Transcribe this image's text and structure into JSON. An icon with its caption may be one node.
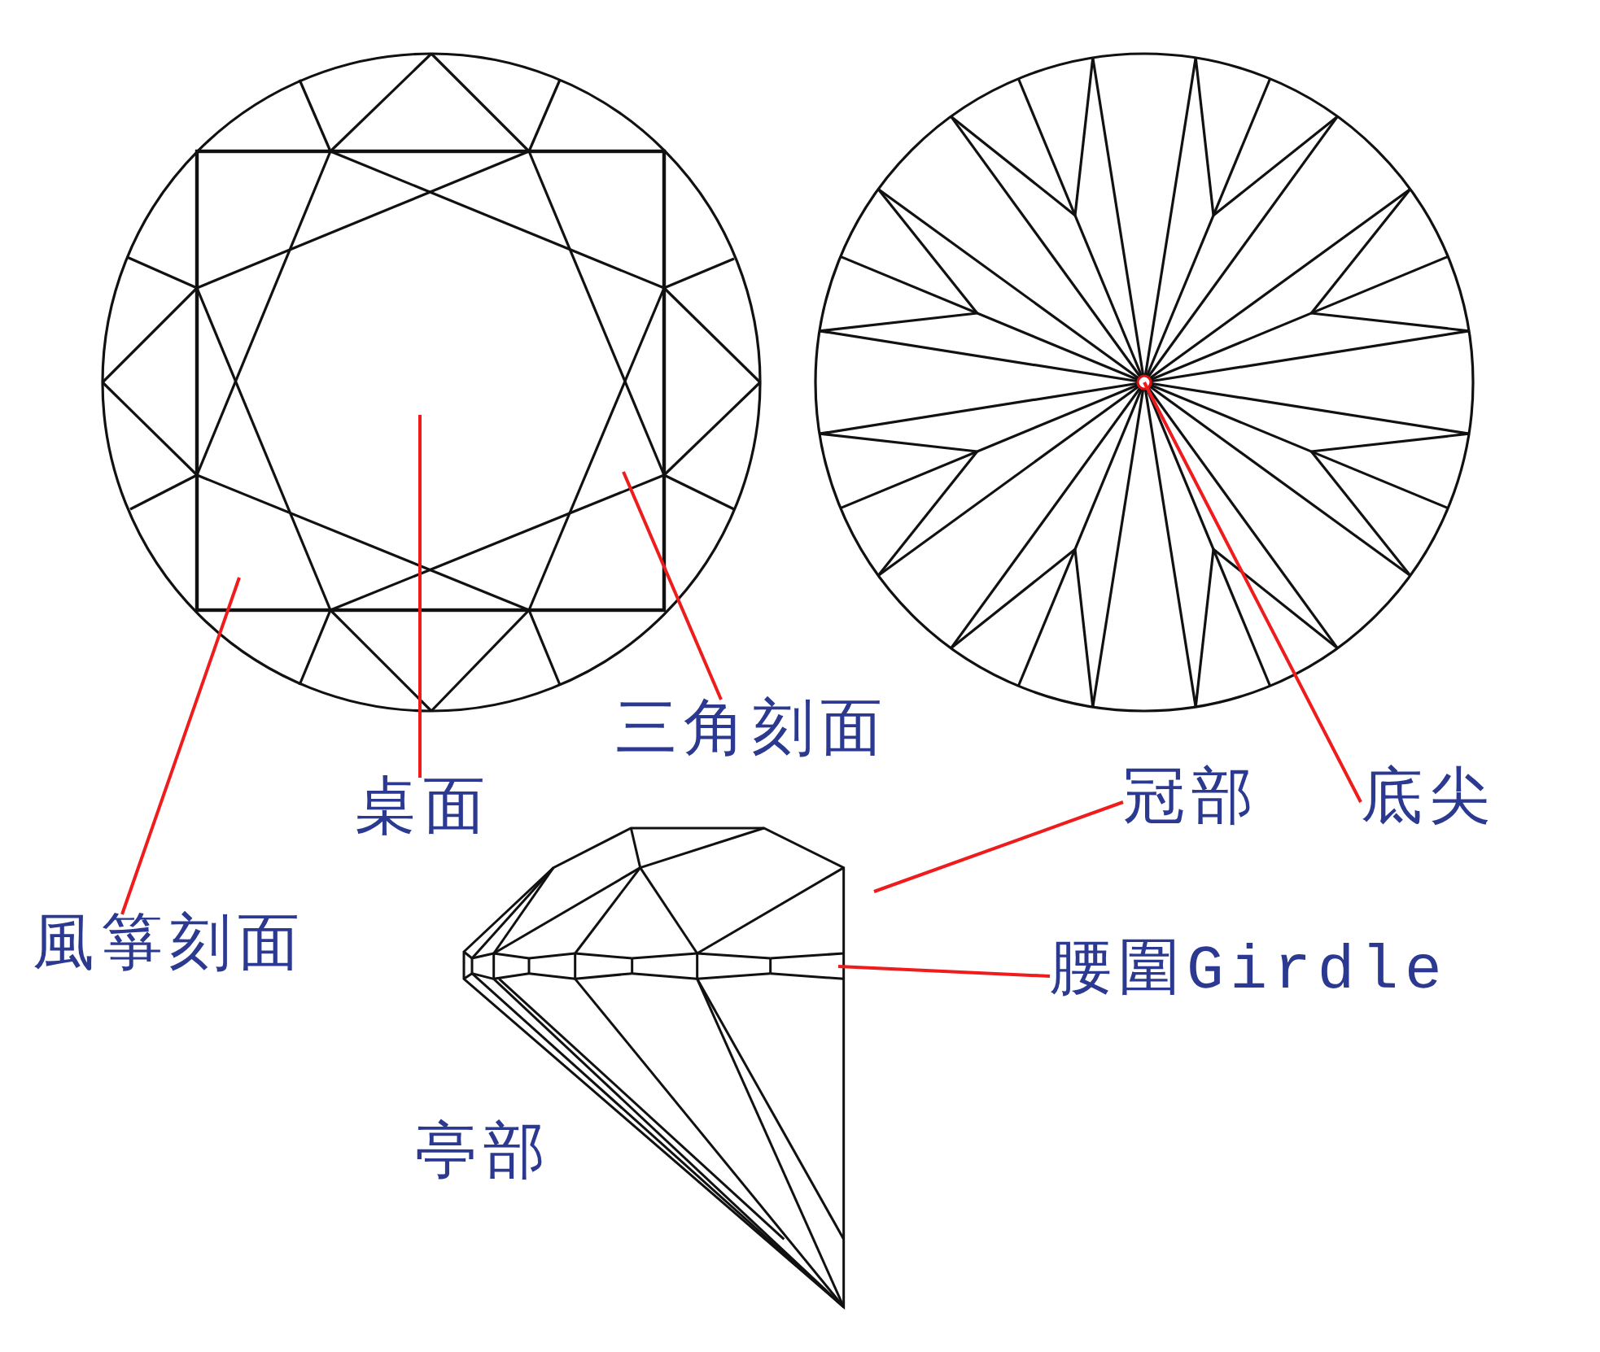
{
  "diagram": {
    "nodes": [
      {
        "text": [
          "桌面"
        ]
      },
      {
        "text": [
          "三角刻面"
        ]
      },
      {
        "text": [
          "風箏刻面"
        ]
      },
      {
        "text": [
          "冠部"
        ]
      },
      {
        "text": [
          "底尖"
        ]
      },
      {
        "text": [
          "腰圍Girdle"
        ]
      },
      {
        "text": [],
        "shape": "picture"
      },
      {
        "text": [],
        "shape": "picture"
      },
      {
        "text": [],
        "shape": "picture"
      }
    ],
    "edges": [
      {
        "from": 0,
        "to": 6,
        "arrow": "none"
      },
      {
        "from": 1,
        "to": 6,
        "arrow": "none"
      },
      {
        "from": 2,
        "to": 6,
        "arrow": "none"
      },
      {
        "from": 3,
        "to": 8,
        "arrow": "none"
      },
      {
        "from": 4,
        "to": 7,
        "arrow": "none"
      },
      {
        "from": 5,
        "to": 8,
        "arrow": "none"
      }
    ],
    "labels": [
      "亭部"
    ]
  }
}
